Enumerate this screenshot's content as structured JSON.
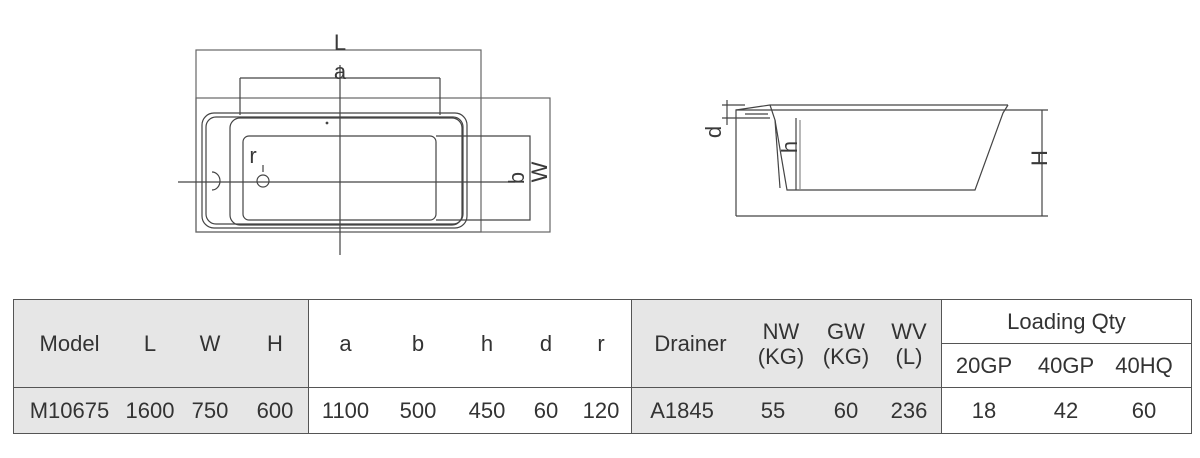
{
  "top_view": {
    "labels": {
      "L": "L",
      "a": "a",
      "b": "b",
      "W": "W",
      "r": "r"
    }
  },
  "side_view": {
    "labels": {
      "d": "d",
      "h": "h",
      "H": "H"
    }
  },
  "spec_table": {
    "headers": {
      "model": "Model",
      "L": "L",
      "W": "W",
      "H": "H",
      "a": "a",
      "b": "b",
      "h": "h",
      "d": "d",
      "r": "r",
      "drainer": "Drainer",
      "nw_line1": "NW",
      "nw_line2": "(KG)",
      "gw_line1": "GW",
      "gw_line2": "(KG)",
      "wv_line1": "WV",
      "wv_line2": "(L)",
      "loading_qty": "Loading Qty",
      "gp20": "20GP",
      "gp40": "40GP",
      "hq40": "40HQ"
    },
    "row": {
      "model": "M10675",
      "L": "1600",
      "W": "750",
      "H": "600",
      "a": "1100",
      "b": "500",
      "h": "450",
      "d": "60",
      "r": "120",
      "drainer": "A1845",
      "nw": "55",
      "gw": "60",
      "wv": "236",
      "gp20": "18",
      "gp40": "42",
      "hq40": "60"
    }
  }
}
